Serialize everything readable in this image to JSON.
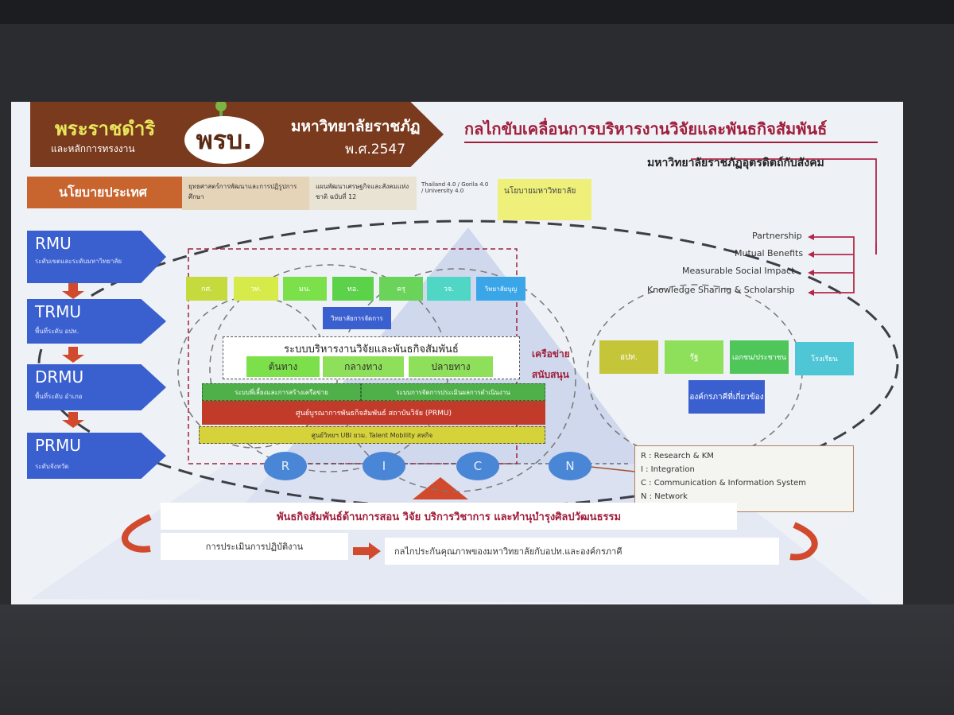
{
  "header": {
    "royal": "พระราชดำริ",
    "royal_sub": "และหลักการทรงงาน",
    "act": "พรบ.",
    "univ_act": "มหาวิทยาลัยราชภัฏ",
    "univ_act_year": "พ.ศ.2547",
    "title": "กลไกขับเคลื่อนการบริหารงานวิจัยและพันธกิจสัมพันธ์",
    "subtitle": "มหาวิทยาลัยราชภัฏอุตรดิตถ์กับสังคม"
  },
  "policy": {
    "label": "นโยบายประเทศ",
    "items": [
      "ยุทธศาสตร์การพัฒนาและการปฏิรูปการศึกษา",
      "แผนพัฒนาเศรษฐกิจและสังคมแห่งชาติ ฉบับที่ 12",
      "Thailand 4.0 / Gorila 4.0 / University 4.0"
    ],
    "univ_policy": "นโยบายมหาวิทยาลัย"
  },
  "levels": [
    {
      "name": "RMU",
      "desc": "ระดับเขตและระดับมหาวิทยาลัย"
    },
    {
      "name": "TRMU",
      "desc": "พื้นที่ระดับ อปท."
    },
    {
      "name": "DRMU",
      "desc": "พื้นที่ระดับ อำเภอ"
    },
    {
      "name": "PRMU",
      "desc": "ระดับจังหวัด"
    }
  ],
  "units": [
    "กศ.",
    "วท.",
    "มน.",
    "ทอ.",
    "ครุ",
    "วจ.",
    "วิทยาลัยบุญ"
  ],
  "sub_unit": "วิทยาลัยการจัดการ",
  "system": {
    "title": "ระบบบริหารงานวิจัยและพันธกิจสัมพันธ์",
    "stages": [
      "ต้นทาง",
      "กลางทาง",
      "ปลายทาง"
    ],
    "bar1_left": "ระบบพี่เลี้ยงและการสร้างเครือข่าย",
    "bar1_right": "ระบบการจัดการประเมินผลการดำเนินงาน",
    "bar2": "ศูนย์บูรณาการพันธกิจสัมพันธ์ สถาบันวิจัย (PRMU)",
    "bar3": "ศูนย์วิทยฯ UBI ยวม. Talent Mobility สหกิจ"
  },
  "support": "เครือข่ายสนับสนุน",
  "partners": [
    "อปท.",
    "รัฐ",
    "เอกชน/ประชาชน",
    "โรงเรียน"
  ],
  "partner_org": "องค์กรภาคีที่เกี่ยวข้อง",
  "outcomes": [
    "Partnership",
    "Mutual Benefits",
    "Measurable Social Impact",
    "Knowledge Sharing & Scholarship"
  ],
  "ricn": [
    "R",
    "I",
    "C",
    "N"
  ],
  "legend": [
    "R : Research & KM",
    "I : Integration",
    "C : Communication & Information System",
    "N : Network"
  ],
  "bottom": {
    "mission": "พันธกิจสัมพันธ์ด้านการสอน วิจัย บริการวิชาการ และทำนุบำรุงศิลปวัฒนธรรม",
    "eval": "การประเมินการปฏิบัติงาน",
    "qa": "กลไกประกันคุณภาพของมหาวิทยาลัยกับอปท.และองค์กรภาคี"
  },
  "colors": {
    "brown": "#7a3a1e",
    "orange": "#c8642e",
    "blue": "#3a5fcf",
    "maroon": "#a01e3c",
    "red": "#c23a2a",
    "green": "#4fb04a",
    "yellow": "#d6d23a"
  }
}
